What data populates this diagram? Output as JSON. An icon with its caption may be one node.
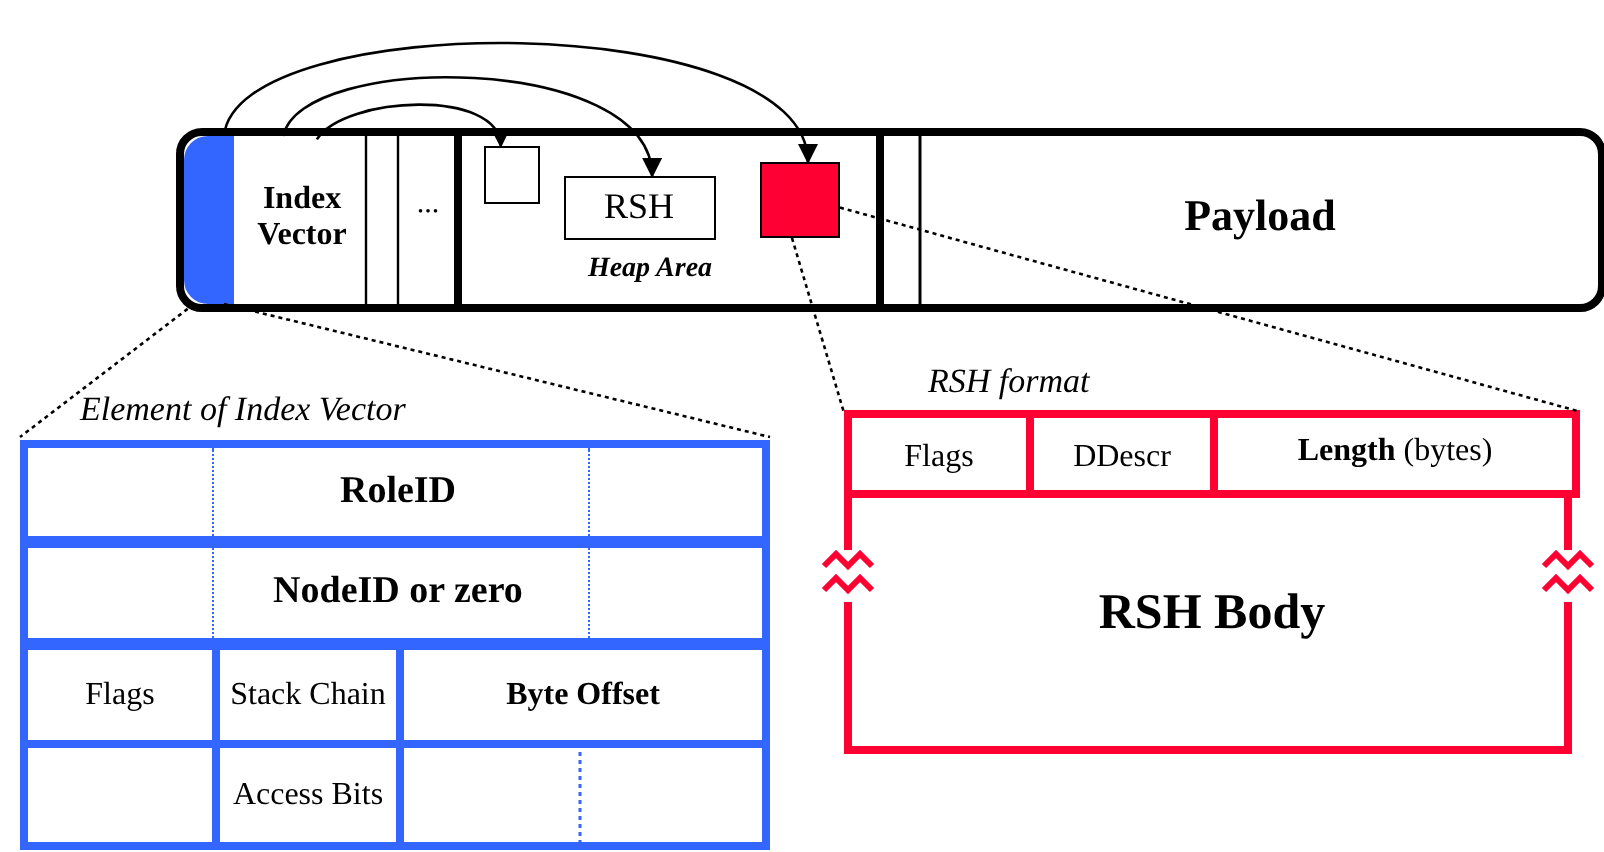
{
  "diagram": {
    "nodes": [
      {
        "text": [],
        "shape": "box"
      },
      {
        "text": [
          "Index Vector",
          "..."
        ]
      },
      {
        "text": [
          "Heap Area"
        ]
      },
      {
        "text": [],
        "shape": "box",
        "in": 2
      },
      {
        "text": [
          "RSH"
        ],
        "in": 2
      },
      {
        "text": [],
        "shape": "box",
        "in": 2
      },
      {
        "text": [
          "Payload"
        ]
      },
      {
        "text": [
          "Element of Index Vector"
        ]
      },
      {
        "text": [
          "RoleID"
        ],
        "in": 7
      },
      {
        "text": [
          "NodeID or zero"
        ],
        "in": 7
      },
      {
        "text": [
          "Flags"
        ],
        "in": 7
      },
      {
        "text": [
          "Stack Chain"
        ],
        "in": 7
      },
      {
        "text": [
          "Byte Offset"
        ],
        "in": 7
      },
      {
        "text": [
          "Access Bits"
        ],
        "in": 7
      },
      {
        "text": [
          "RSH format"
        ]
      },
      {
        "text": [
          "Flags"
        ],
        "in": 14
      },
      {
        "text": [
          "DDescr"
        ],
        "in": 14
      },
      {
        "text": [
          "**Length** (bytes)"
        ],
        "in": 14
      },
      {
        "text": [
          "RSH Body"
        ],
        "in": 14
      }
    ],
    "edges": [
      {
        "from": 0,
        "to": 5,
        "arrow": "to"
      },
      {
        "from": 1,
        "to": 4,
        "arrow": "to"
      },
      {
        "from": 1,
        "to": 3,
        "arrow": "to"
      },
      {
        "from": 0,
        "to": 7,
        "arrow": "none",
        "style": "dashed"
      },
      {
        "from": 0,
        "to": 7,
        "arrow": "none",
        "style": "dashed"
      },
      {
        "from": 5,
        "to": 14,
        "arrow": "none",
        "style": "dashed"
      },
      {
        "from": 5,
        "to": 14,
        "arrow": "none",
        "style": "dashed"
      }
    ]
  }
}
